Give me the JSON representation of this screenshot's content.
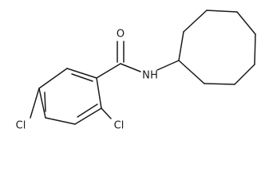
{
  "molecule": {
    "atom_labels": {
      "oxygen": "O",
      "amide_nitrogen": "N",
      "amide_hydrogen": "H",
      "chlorine_ortho": "Cl",
      "chlorine_para": "Cl"
    }
  }
}
